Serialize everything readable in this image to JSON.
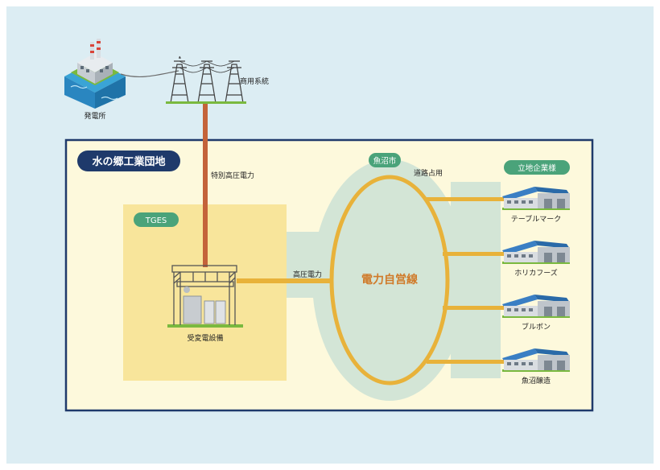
{
  "labels": {
    "power_plant": "発電所",
    "commercial_grid": "商用系統",
    "extra_high_voltage": "特別高圧電力",
    "industrial_park": "水の郷工業団地",
    "tges": "TGES",
    "substation": "受変電設備",
    "high_voltage": "高圧電力",
    "city": "魚沼市",
    "road_use": "道路占用",
    "private_line": "電力自営線",
    "tenants_header": "立地企業様"
  },
  "tenants": [
    {
      "name": "テーブルマーク"
    },
    {
      "name": "ホリカフーズ"
    },
    {
      "name": "ブルボン"
    },
    {
      "name": "魚沼醸造"
    }
  ],
  "colors": {
    "background": "#dcedf3",
    "park_fill": "#fdf9dc",
    "park_border": "#1f3a6b",
    "tges_fill": "#f8e59b",
    "city_area": "#d3e5d6",
    "power_line": "#e8b23a",
    "extra_high_line": "#c4633a",
    "label_badge": "#1f3a6b",
    "green_badge": "#4aa37a",
    "private_line_text": "#d07a2a"
  }
}
